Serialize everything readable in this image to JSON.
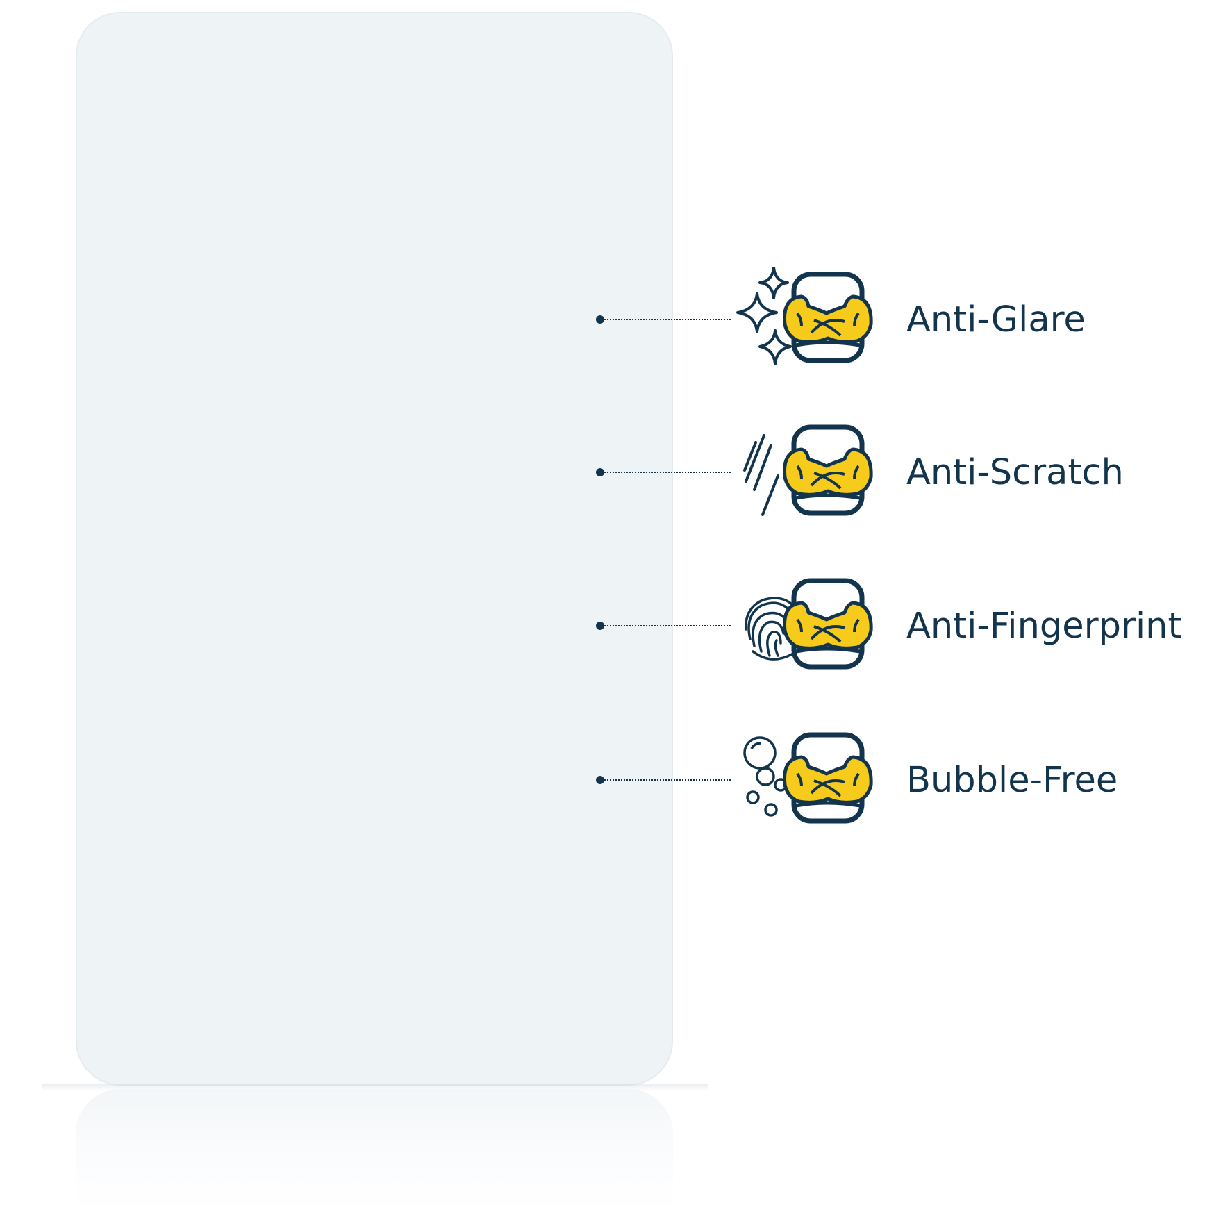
{
  "colors": {
    "film": "#eef3f6",
    "navy": "#12344c",
    "yellow": "#f6cb1b",
    "background": "#ffffff"
  },
  "features": [
    {
      "label": "Anti-Glare",
      "icon": "sparkle-shield-icon"
    },
    {
      "label": "Anti-Scratch",
      "icon": "scratch-shield-icon"
    },
    {
      "label": "Anti-Fingerprint",
      "icon": "fingerprint-shield-icon"
    },
    {
      "label": "Bubble-Free",
      "icon": "bubble-shield-icon"
    }
  ]
}
